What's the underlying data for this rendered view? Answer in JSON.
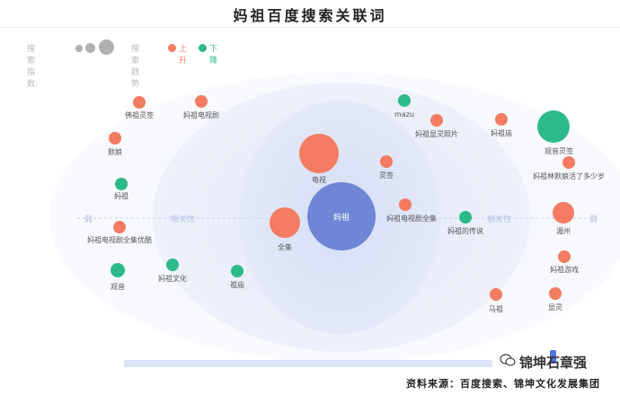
{
  "title": "妈祖百度搜索关联词",
  "legend": {
    "index_label": "搜索指数:",
    "trend_label": "搜索趋势",
    "up_label": "上升",
    "down_label": "下降"
  },
  "axis": {
    "weak_label": "弱",
    "strong_label": "弱",
    "relevance_label": "相关性"
  },
  "colors": {
    "up": "#f47c62",
    "down": "#2dba89",
    "center": "#6f86d6",
    "legend_gray": "#b0b0b0"
  },
  "chart_data": {
    "type": "bubble",
    "center": {
      "label": "妈祖"
    },
    "nodes": [
      {
        "label": "佛祖灵签",
        "trend": "up"
      },
      {
        "label": "妈祖电视剧",
        "trend": "up"
      },
      {
        "label": "默娘",
        "trend": "up"
      },
      {
        "label": "妈祖",
        "trend": "down"
      },
      {
        "label": "妈祖电视剧全集优酷",
        "trend": "up"
      },
      {
        "label": "观音",
        "trend": "down"
      },
      {
        "label": "妈祖文化",
        "trend": "down"
      },
      {
        "label": "祖庙",
        "trend": "down"
      },
      {
        "label": "电视",
        "trend": "up"
      },
      {
        "label": "全集",
        "trend": "up"
      },
      {
        "label": "灵签",
        "trend": "up"
      },
      {
        "label": "妈祖电视剧全集",
        "trend": "up"
      },
      {
        "label": "mazu",
        "trend": "down"
      },
      {
        "label": "妈祖显灵照片",
        "trend": "up"
      },
      {
        "label": "妈祖庙",
        "trend": "up"
      },
      {
        "label": "妈祖的传说",
        "trend": "down"
      },
      {
        "label": "观音灵签",
        "trend": "down"
      },
      {
        "label": "妈祖林默娘活了多少岁",
        "trend": "up"
      },
      {
        "label": "湄州",
        "trend": "up"
      },
      {
        "label": "妈祖游戏",
        "trend": "up"
      },
      {
        "label": "马祖",
        "trend": "up"
      },
      {
        "label": "显灵",
        "trend": "up"
      }
    ]
  },
  "watermark": "锦坤石章强",
  "source": "资料来源：百度搜索、锦坤文化发展集团"
}
